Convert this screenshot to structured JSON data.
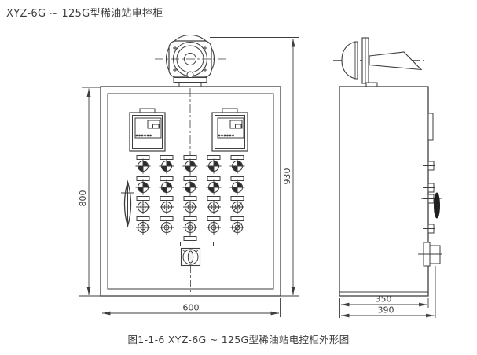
{
  "title": "XYZ-6G ~ 125G型稀油站电控柜",
  "caption": "图1-1-6  XYZ-6G ~ 125G型稀油站电控柜外形图",
  "line_color": "#3e3e3e",
  "dimensions": {
    "front_height": "800",
    "overall_height": "930",
    "front_width": "600",
    "side_depth": "350",
    "side_overall_depth": "390"
  },
  "front_panel": {
    "icons": {
      "alarm_bell": "alarm-bell-icon",
      "indicator_lamp": "indicator-lamp-icon",
      "pushbutton": "pushbutton-icon",
      "meter": "panel-meter-icon",
      "door_handle": "door-handle-icon",
      "selector_switch": "selector-switch-icon"
    },
    "control_grid": {
      "columns": 5,
      "rows": [
        {
          "type": "lamp"
        },
        {
          "type": "lamp"
        },
        {
          "type": "button"
        },
        {
          "type": "button"
        }
      ]
    }
  }
}
